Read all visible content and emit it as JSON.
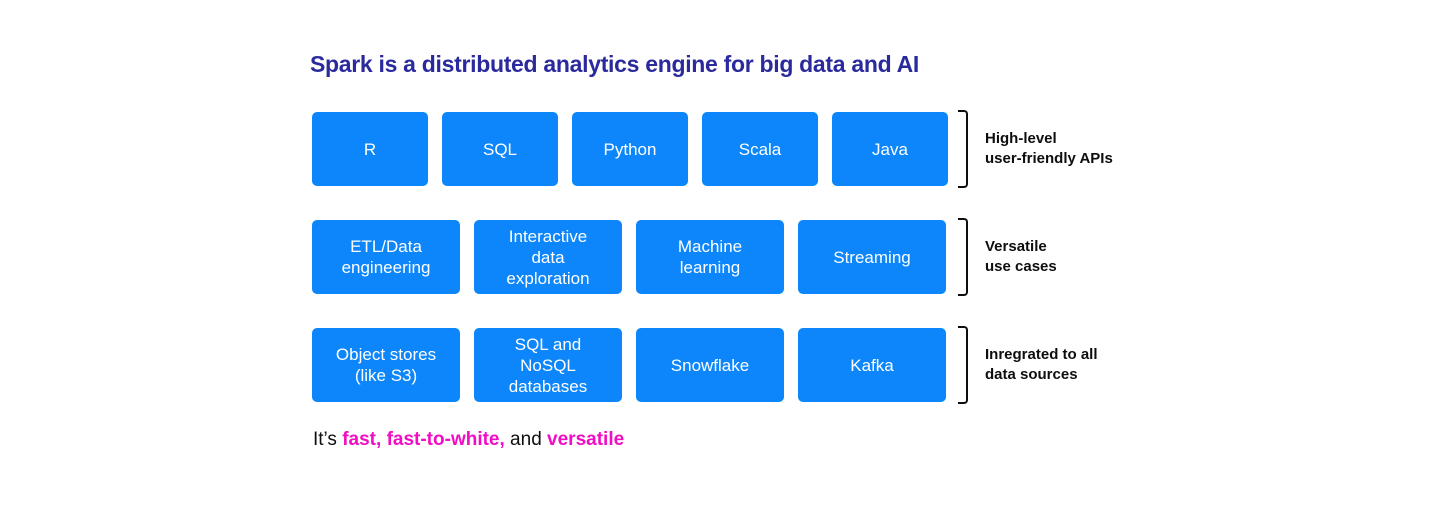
{
  "title": {
    "text": "Spark is a distributed analytics engine for big data and AI",
    "color": "#2b2a9d"
  },
  "colors": {
    "box_blue": "#0c86fa",
    "title_indigo": "#2b2a9d",
    "accent_magenta": "#f20dc4",
    "text_black": "#0e0e0e"
  },
  "rows": [
    {
      "name": "apis",
      "boxes": [
        {
          "lines": [
            "R"
          ]
        },
        {
          "lines": [
            "SQL"
          ]
        },
        {
          "lines": [
            "Python"
          ]
        },
        {
          "lines": [
            "Scala"
          ]
        },
        {
          "lines": [
            "Java"
          ]
        }
      ],
      "label_lines": [
        "High-level",
        "user-friendly APIs"
      ]
    },
    {
      "name": "use-cases",
      "boxes": [
        {
          "lines": [
            "ETL/Data",
            "engineering"
          ]
        },
        {
          "lines": [
            "Interactive",
            "data",
            "exploration"
          ]
        },
        {
          "lines": [
            "Machine",
            "learning"
          ]
        },
        {
          "lines": [
            "Streaming"
          ]
        }
      ],
      "label_lines": [
        "Versatile",
        "use cases"
      ]
    },
    {
      "name": "data-sources",
      "boxes": [
        {
          "lines": [
            "Object stores",
            "(like S3)"
          ]
        },
        {
          "lines": [
            "SQL and",
            "NoSQL",
            "databases"
          ]
        },
        {
          "lines": [
            "Snowflake"
          ]
        },
        {
          "lines": [
            "Kafka"
          ]
        }
      ],
      "label_lines": [
        "Inregrated to all",
        "data sources"
      ]
    }
  ],
  "footer": {
    "segments": [
      {
        "text": "It’s ",
        "accent": false
      },
      {
        "text": "fast, fast-to-white,",
        "accent": true
      },
      {
        "text": " and ",
        "accent": false
      },
      {
        "text": "versatile",
        "accent": true
      }
    ]
  }
}
